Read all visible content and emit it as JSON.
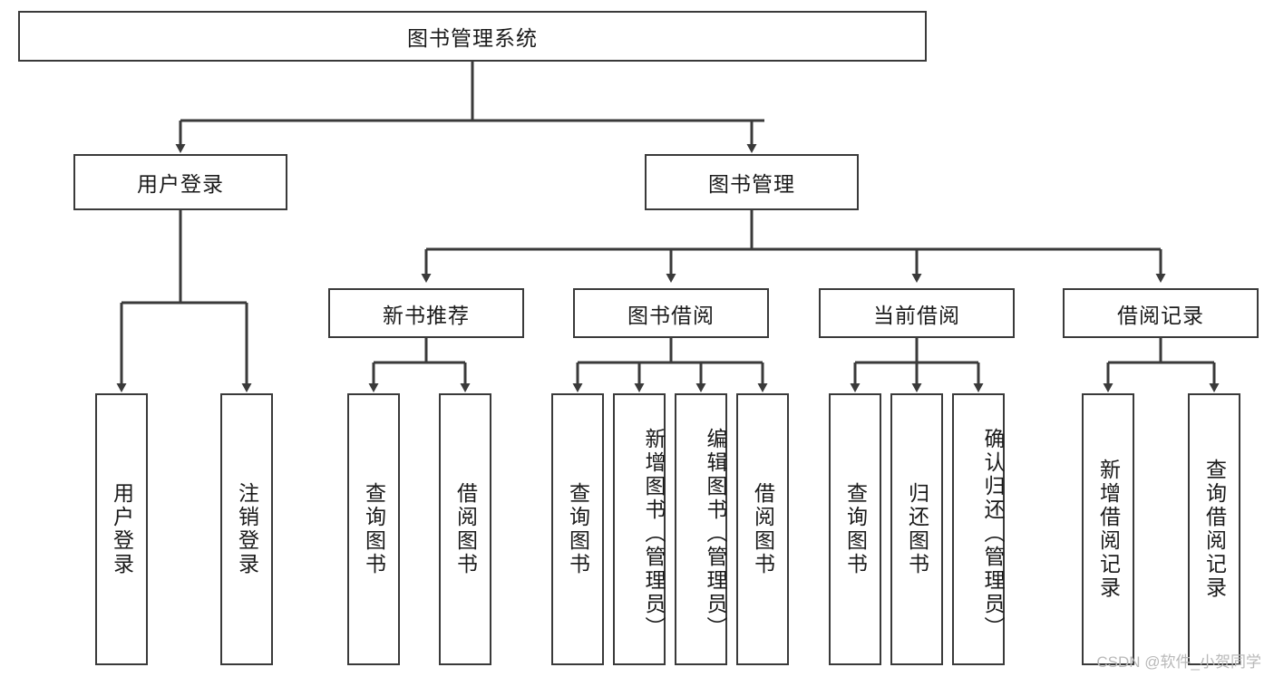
{
  "diagram": {
    "title": "图书管理系统",
    "type": "hierarchy-tree",
    "root": {
      "label": "图书管理系统"
    },
    "level2": [
      {
        "label": "用户登录"
      },
      {
        "label": "图书管理"
      }
    ],
    "level3": [
      {
        "label": "新书推荐"
      },
      {
        "label": "图书借阅"
      },
      {
        "label": "当前借阅"
      },
      {
        "label": "借阅记录"
      }
    ],
    "leaves": {
      "user_login": [
        {
          "label": "用户登录"
        },
        {
          "label": "注销登录"
        }
      ],
      "new_book_recommend": [
        {
          "label": "查询图书"
        },
        {
          "label": "借阅图书"
        }
      ],
      "book_borrow": [
        {
          "label": "查询图书"
        },
        {
          "label": "新增图书（管理员）"
        },
        {
          "label": "编辑图书（管理员）"
        },
        {
          "label": "借阅图书"
        }
      ],
      "current_borrow": [
        {
          "label": "查询图书"
        },
        {
          "label": "归还图书"
        },
        {
          "label": "确认归还（管理员）"
        }
      ],
      "borrow_records": [
        {
          "label": "新增借阅记录"
        },
        {
          "label": "查询借阅记录"
        }
      ]
    }
  },
  "watermark": {
    "text": "CSDN @软件_小贺同学"
  },
  "colors": {
    "box_border": "#3a3a3a",
    "wire": "#3a3a3a",
    "background": "#ffffff",
    "watermark": "#b9b9b9"
  }
}
